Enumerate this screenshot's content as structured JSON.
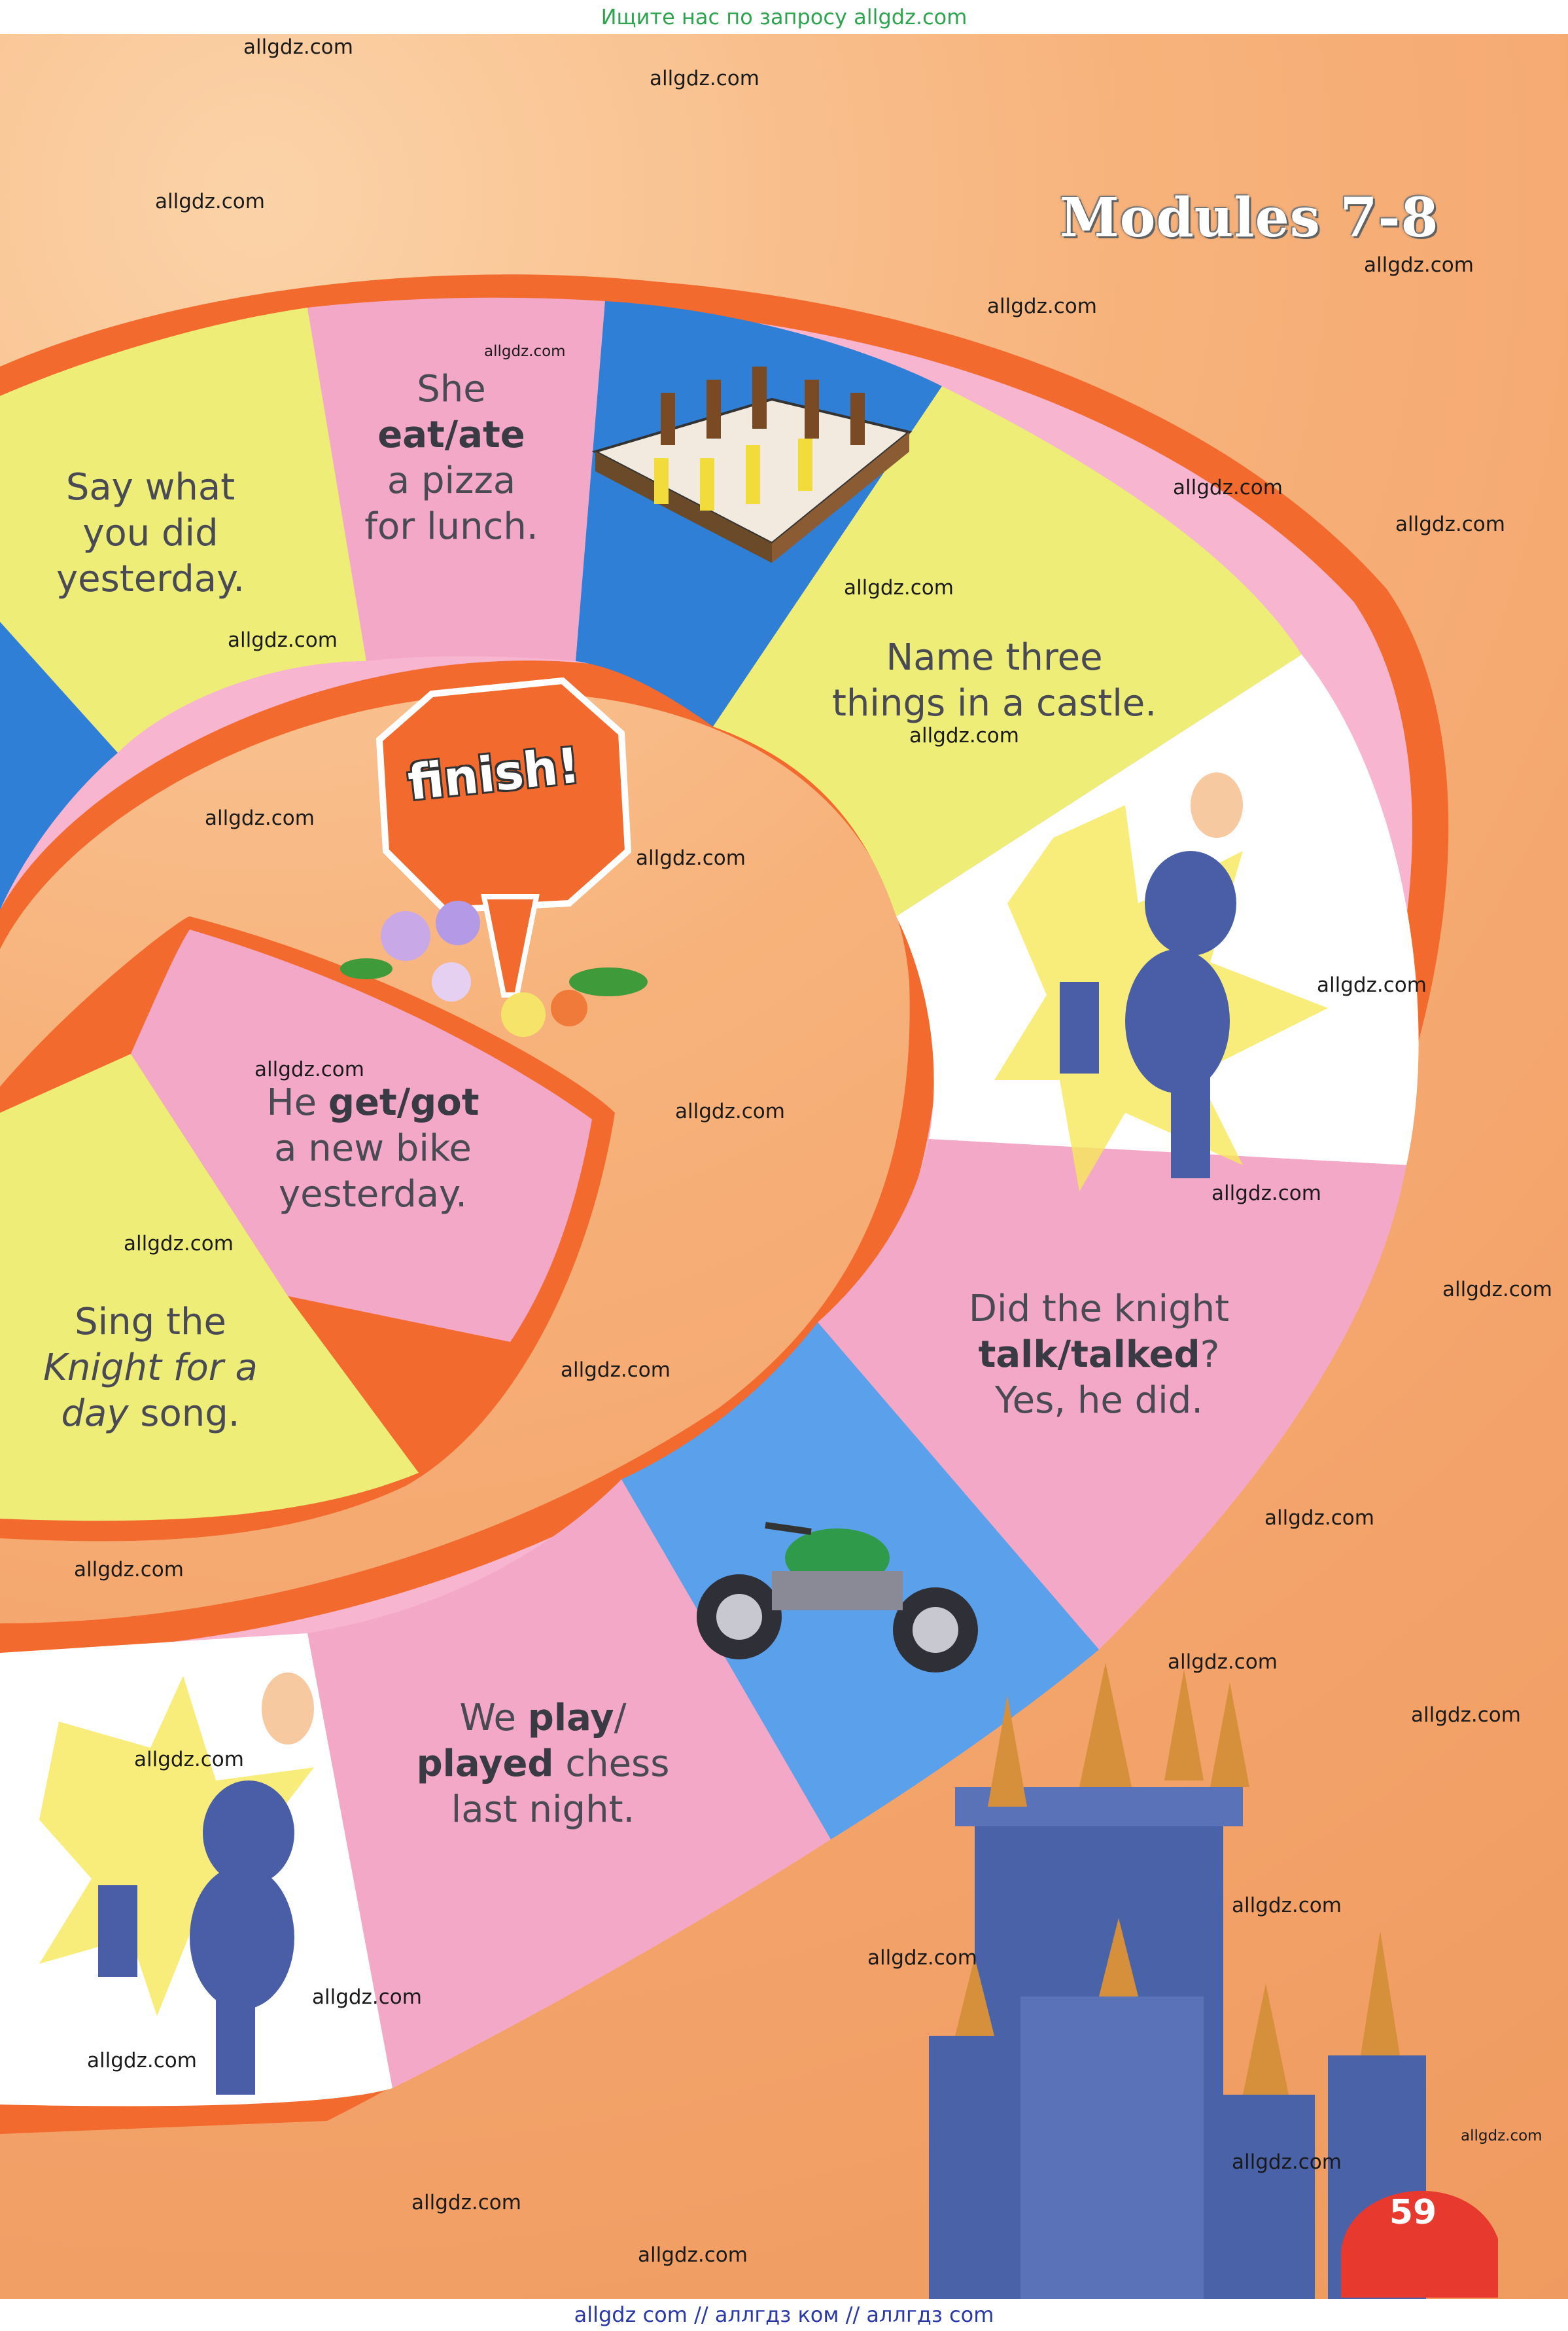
{
  "top_banner": "Ищите нас по запросу allgdz.com",
  "bottom_banner": "allgdz com  //  аллгдз ком  //  аллгдз com",
  "title": "Modules 7-8",
  "finish_label": "finish!",
  "page_number": "59",
  "squares": {
    "say_what": {
      "l1": "Say what",
      "l2": "you did",
      "l3": "yesterday."
    },
    "she_ate": {
      "l1": "She",
      "l2": "eat/ate",
      "l3": "a pizza",
      "l4": "for lunch."
    },
    "castle": {
      "l1": "Name three",
      "l2": "things in a castle."
    },
    "he_got": {
      "l1a": "He ",
      "l1b": "get/got",
      "l2": "a new bike",
      "l3": "yesterday."
    },
    "sing": {
      "l1": "Sing the",
      "l2a": "Knight for a",
      "l3a": "day",
      "l3b": " song."
    },
    "knight_talk": {
      "l1": "Did the knight",
      "l2a": "talk/talked",
      "l2b": "?",
      "l3": "Yes, he did."
    },
    "we_play": {
      "l1a": "We ",
      "l1b": "play",
      "l1c": "/",
      "l2a": "played",
      "l2b": " chess",
      "l3": "last night."
    }
  },
  "watermark": "allgdz.com",
  "colors": {
    "orange_border": "#f26a2e",
    "pink": "#f4a8c8",
    "yellow": "#eded78",
    "blue": "#2f7fd6",
    "white": "#ffffff",
    "castle_blue": "#4a62a8"
  }
}
